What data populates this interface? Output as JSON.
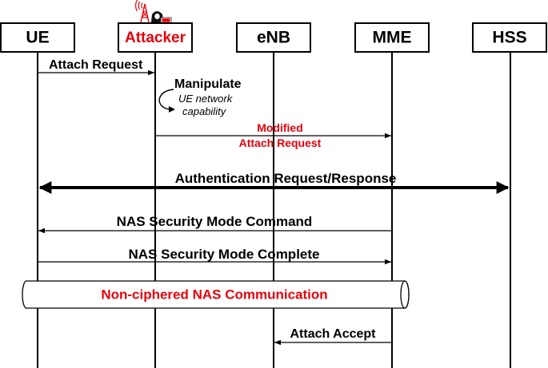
{
  "entities": {
    "ue": "UE",
    "attacker": "Attacker",
    "enb": "eNB",
    "mme": "MME",
    "hss": "HSS"
  },
  "messages": {
    "attach_request": "Attach Request",
    "manipulate_title": "Manipulate",
    "manipulate_line1": "UE network",
    "manipulate_line2": "capability",
    "modified_line1": "Modified",
    "modified_line2": "Attach Request",
    "auth": "Authentication Request/Response",
    "smc_command": "NAS Security Mode Command",
    "smc_complete": "NAS Security Mode Complete",
    "non_ciphered": "Non-ciphered NAS Communication",
    "attach_accept": "Attach Accept"
  },
  "colors": {
    "highlight": "#e8000b",
    "line": "#000000",
    "background": "#ffffff"
  },
  "icons": {
    "attacker": "hacker-with-radio-tower-icon"
  }
}
